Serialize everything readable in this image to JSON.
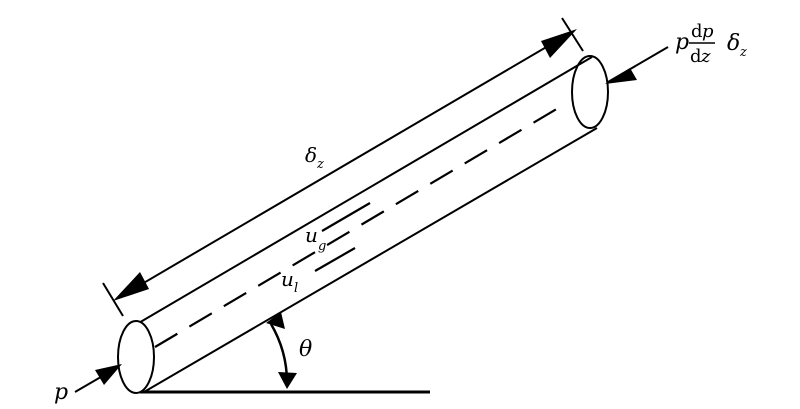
{
  "labels": {
    "length": "δ",
    "length_sub": "z",
    "gas_velocity": "u",
    "gas_velocity_sub": "g",
    "liquid_velocity": "u",
    "liquid_velocity_sub": "l",
    "angle": "θ",
    "inlet_pressure": "p",
    "outlet_pressure": "p",
    "outlet_frac_numerator": "dp",
    "outlet_frac_numerator_d": "d",
    "outlet_frac_numerator_p": "p",
    "outlet_frac_denominator_d": "d",
    "outlet_frac_denominator_z": "z",
    "outlet_delta": "δ",
    "outlet_delta_sub": "z"
  },
  "colors": {
    "stroke": "#000000",
    "background": "#ffffff"
  }
}
